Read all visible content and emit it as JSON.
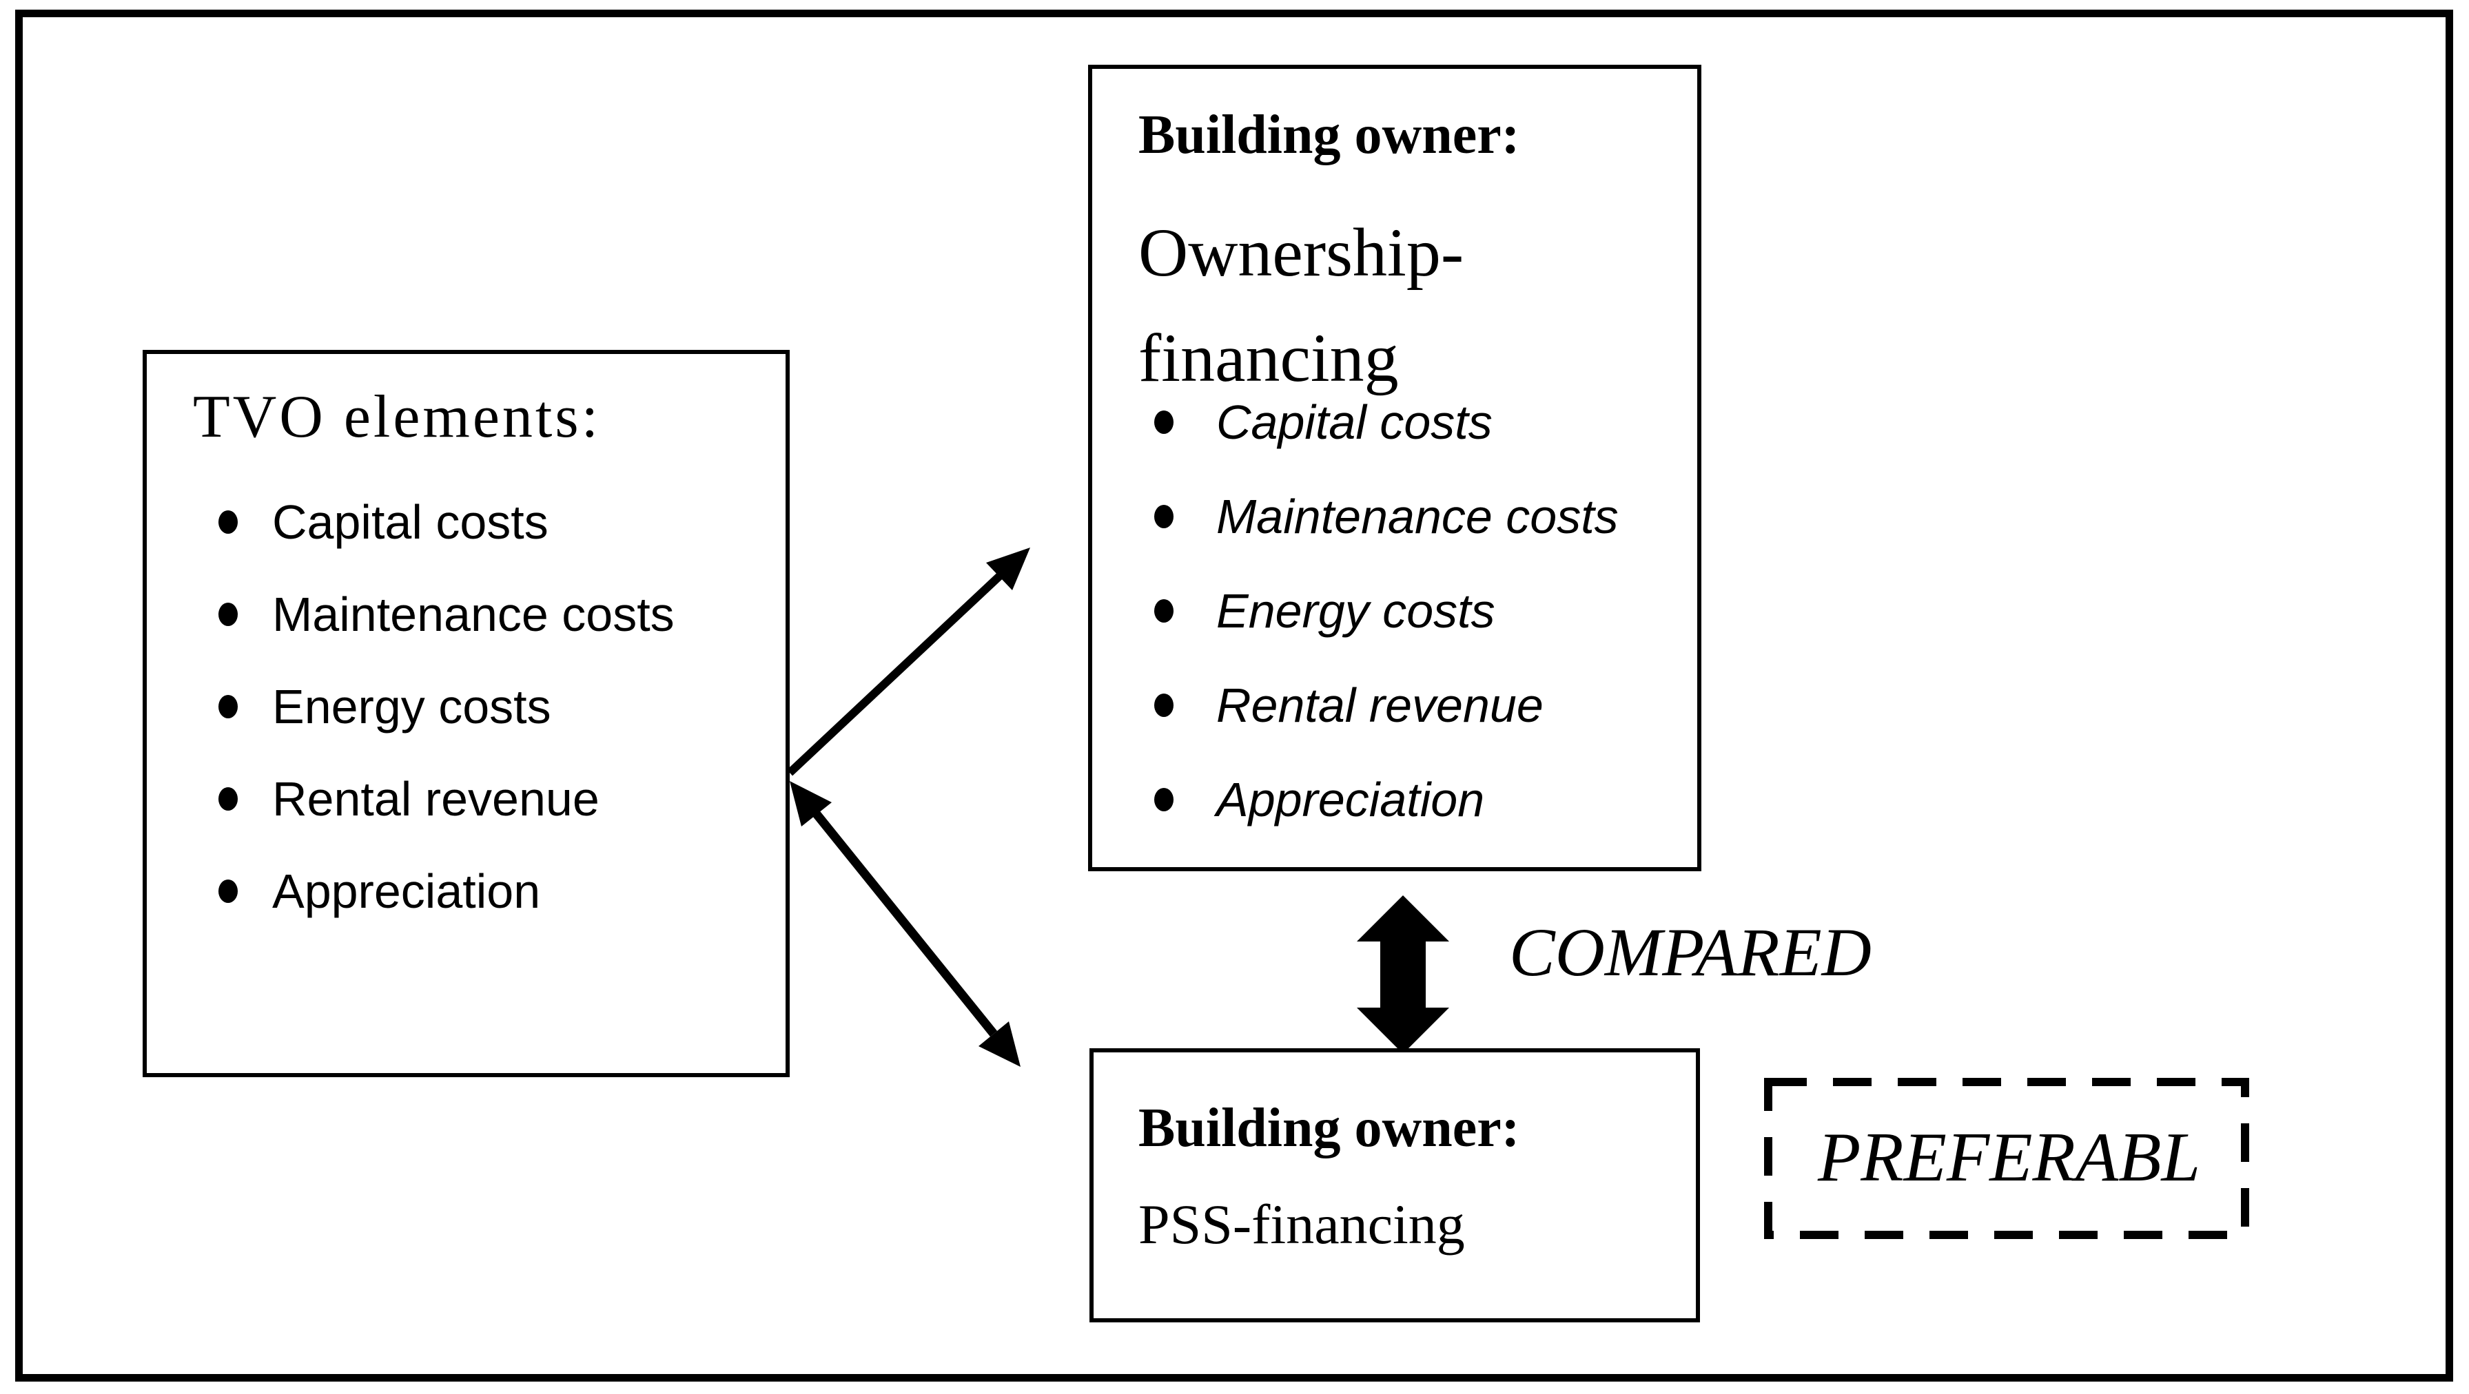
{
  "tvo_box": {
    "title": "TVO elements:",
    "items": [
      "Capital costs",
      "Maintenance costs",
      "Energy costs",
      "Rental revenue",
      "Appreciation"
    ]
  },
  "ownership_box": {
    "title": "Building owner:",
    "subtitle_line1": "Ownership-",
    "subtitle_line2": "financing",
    "items": [
      "Capital costs",
      "Maintenance costs",
      "Energy costs",
      "Rental revenue",
      "Appreciation"
    ]
  },
  "pss_box": {
    "title": "Building owner:",
    "subtitle": "PSS-financing"
  },
  "labels": {
    "compared": "COMPARED",
    "preferable": "PREFERABL"
  },
  "colors": {
    "ink": "#000000",
    "background": "#ffffff"
  }
}
